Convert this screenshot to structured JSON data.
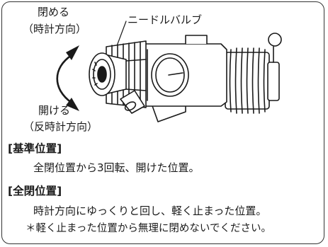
{
  "labels": {
    "close": "閉める",
    "close_dir": "（時計方向）",
    "needle_valve": "ニードルバルブ",
    "open": "開ける",
    "open_dir": "（反時計方向）"
  },
  "sections": [
    {
      "heading": "[基準位置]",
      "lines": [
        "全閉位置から3回転、開けた位置。"
      ]
    },
    {
      "heading": "[全閉位置]",
      "lines": [
        "時計方向にゆっくりと回し、軽く止まった位置。",
        "＊軽く止まった位置から無理に閉めないでください。"
      ]
    }
  ]
}
